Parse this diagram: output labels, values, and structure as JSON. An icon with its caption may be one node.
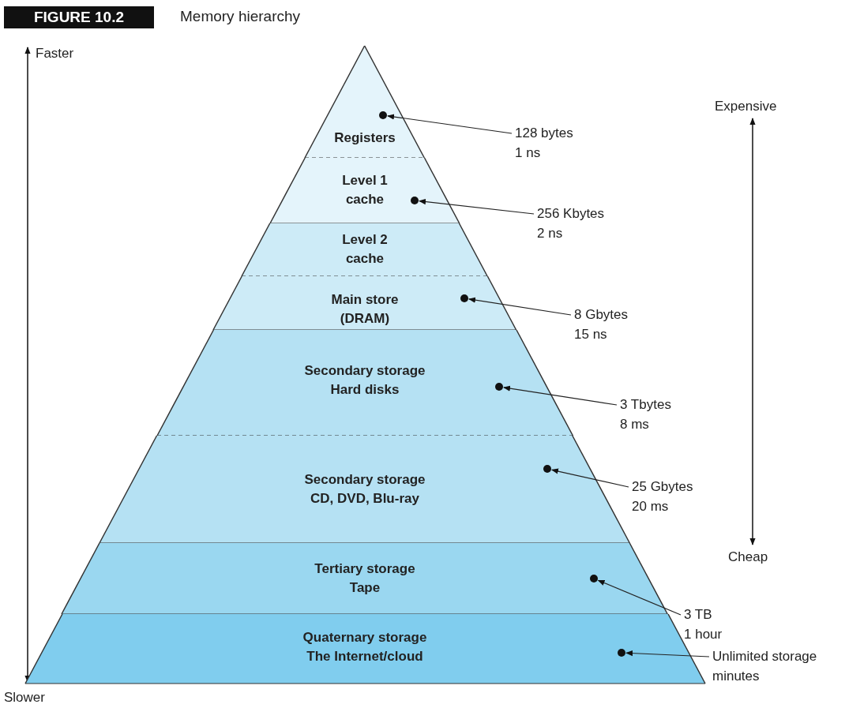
{
  "diagram": {
    "title": "Memory hierarchy",
    "nodes": [
      {
        "text": [
          "Registers"
        ]
      },
      {
        "text": [
          "Level 1 cache"
        ]
      },
      {
        "text": [
          "Level 2 cache"
        ]
      },
      {
        "text": [
          "Main store (DRAM)"
        ]
      },
      {
        "text": [
          "Secondary storage Hard disks"
        ]
      },
      {
        "text": [
          "Secondary storage CD, DVD, Blu-ray"
        ]
      },
      {
        "text": [
          "Tertiary storage Tape"
        ]
      },
      {
        "text": [
          "Quaternary storage The Internet/cloud"
        ]
      },
      {
        "text": [],
        "shape": "circle",
        "in": 0
      },
      {
        "text": [],
        "shape": "circle",
        "in": 1
      },
      {
        "text": [],
        "shape": "circle",
        "in": 3
      },
      {
        "text": [],
        "shape": "circle",
        "in": 4
      },
      {
        "text": [],
        "shape": "circle",
        "in": 5
      },
      {
        "text": [],
        "shape": "circle",
        "in": 6
      },
      {
        "text": [],
        "shape": "circle",
        "in": 7
      },
      {
        "text": [
          "128 bytes",
          "1 ns"
        ]
      },
      {
        "text": [
          "256 Kbytes",
          "2 ns"
        ]
      },
      {
        "text": [
          "8 Gbytes",
          "15 ns"
        ]
      },
      {
        "text": [
          "3 Tbytes",
          "8 ms"
        ]
      },
      {
        "text": [
          "25 Gbytes",
          "20 ms"
        ]
      },
      {
        "text": [
          "3 TB",
          "1 hour"
        ]
      },
      {
        "text": [
          "Unlimited storage",
          "minutes"
        ]
      }
    ],
    "edges": [
      {
        "from": 15,
        "to": 8,
        "arrow": "to"
      },
      {
        "from": 16,
        "to": 9,
        "arrow": "to"
      },
      {
        "from": 17,
        "to": 10,
        "arrow": "to"
      },
      {
        "from": 18,
        "to": 11,
        "arrow": "to"
      },
      {
        "from": 19,
        "to": 12,
        "arrow": "to"
      },
      {
        "from": 20,
        "to": 13,
        "arrow": "to"
      },
      {
        "from": 21,
        "to": 14,
        "arrow": "to"
      }
    ],
    "labels": [
      "FIGURE 10.2",
      "Faster",
      "Expensive",
      "Cheap",
      "Slower"
    ]
  }
}
